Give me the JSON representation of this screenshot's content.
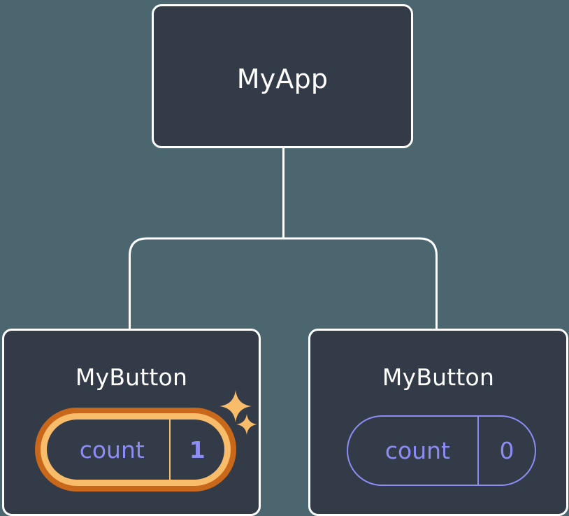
{
  "diagram": {
    "title": "React component tree with state",
    "background_color": "#4c6670",
    "node_fill_color": "#343b48",
    "node_border_color": "#ffffff",
    "connector_color": "#ffffff",
    "state_color": "#8d8cf5",
    "highlight_outer_color": "#c9681b",
    "highlight_inner_color": "#f8bc6b",
    "sparkle_color": "#f8bc6b"
  },
  "nodes": {
    "root": {
      "label": "MyApp"
    },
    "child_left": {
      "label": "MyButton",
      "state": {
        "key": "count",
        "value": "1",
        "highlighted": "true"
      },
      "sparkle_big": "sparkle-icon",
      "sparkle_small": "sparkle-icon"
    },
    "child_right": {
      "label": "MyButton",
      "state": {
        "key": "count",
        "value": "0",
        "highlighted": "false"
      }
    }
  }
}
